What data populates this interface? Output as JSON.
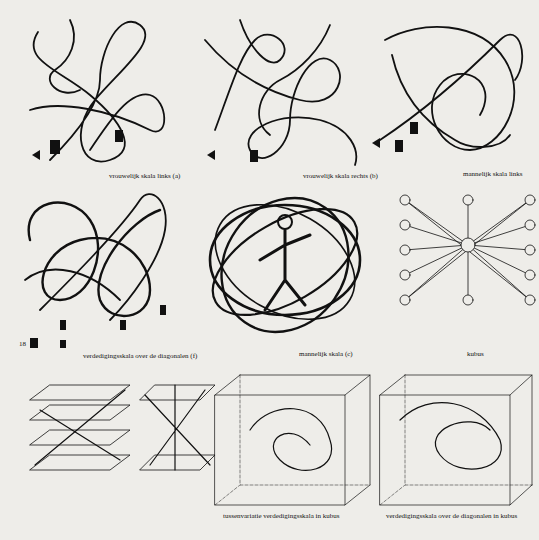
{
  "diagram": {
    "labels": [
      "vrouwelijk skala links (a)",
      "vrouwelijk skala rechts (b)",
      "mannelijk skala links",
      "18",
      "verdedigingsskala over de diagonalen (f)",
      "mannelijk skala (c)",
      "kubus",
      "tussenvariatie verdedigingsskala in kubus",
      "verdedigingsskala over de diagonalen in kubus"
    ]
  }
}
